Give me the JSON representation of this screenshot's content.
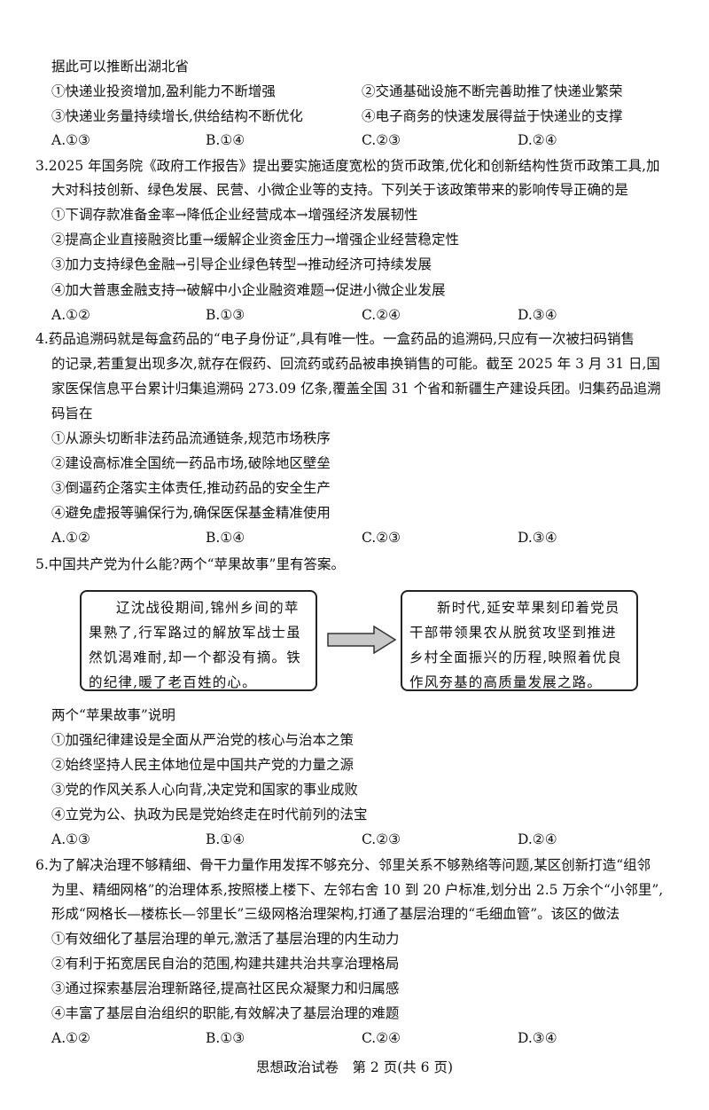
{
  "q2_tail": {
    "stem": "据此可以推断出湖北省",
    "items": [
      "①快递业投资增加,盈利能力不断增强",
      "②交通基础设施不断完善助推了快递业繁荣",
      "③快递业务量持续增长,供给结构不断优化",
      "④电子商务的快速发展得益于快递业的支撑"
    ],
    "choices": [
      "A.①③",
      "B.①④",
      "C.②③",
      "D.②④"
    ]
  },
  "q3": {
    "lines": [
      "3.2025 年国务院《政府工作报告》提出要实施适度宽松的货币政策,优化和创新结构性货币政策工具,加",
      "大对科技创新、绿色发展、民营、小微企业等的支持。下列关于该政策带来的影响传导正确的是"
    ],
    "items": [
      "①下调存款准备金率→降低企业经营成本→增强经济发展韧性",
      "②提高企业直接融资比重→缓解企业资金压力→增强企业经营稳定性",
      "③加力支持绿色金融→引导企业绿色转型→推动经济可持续发展",
      "④加大普惠金融支持→破解中小企业融资难题→促进小微企业发展"
    ],
    "choices": [
      "A.①②",
      "B.①③",
      "C.②④",
      "D.③④"
    ]
  },
  "q4": {
    "lines": [
      "4.药品追溯码就是每盒药品的“电子身份证”,具有唯一性。一盒药品的追溯码,只应有一次被扫码销售",
      "的记录,若重复出现多次,就存在假药、回流药或药品被串换销售的可能。截至 2025 年 3 月 31 日,国",
      "家医保信息平台累计归集追溯码 273.09 亿条,覆盖全国 31 个省和新疆生产建设兵团。归集药品追溯",
      "码旨在"
    ],
    "items": [
      "①从源头切断非法药品流通链条,规范市场秩序",
      "②建设高标准全国统一药品市场,破除地区壁垒",
      "③倒逼药企落实主体责任,推动药品的安全生产",
      "④避免虚报等骗保行为,确保医保基金精准使用"
    ],
    "choices": [
      "A.①②",
      "B.①④",
      "C.②③",
      "D.③④"
    ]
  },
  "q5": {
    "stem": "5.中国共产党为什么能?两个“苹果故事”里有答案。",
    "box_left": "辽沈战役期间,锦州乡间的苹果熟了,行军路过的解放军战士虽然饥渴难耐,却一个都没有摘。铁的纪律,暖了老百姓的心。",
    "box_right": "新时代,延安苹果刻印着党员干部带领果农从脱贫攻坚到推进乡村全面振兴的历程,映照着优良作风夯基的高质量发展之路。",
    "prompt": "两个“苹果故事”说明",
    "items": [
      "①加强纪律建设是全面从严治党的核心与治本之策",
      "②始终坚持人民主体地位是中国共产党的力量之源",
      "③党的作风关系人心向背,决定党和国家的事业成败",
      "④立党为公、执政为民是党始终走在时代前列的法宝"
    ],
    "choices": [
      "A.①③",
      "B.①④",
      "C.②③",
      "D.②④"
    ]
  },
  "q6": {
    "lines": [
      "6.为了解决治理不够精细、骨干力量作用发挥不够充分、邻里关系不够熟络等问题,某区创新打造“组邻",
      "为里、精细网格”的治理体系,按照楼上楼下、左邻右舍 10 到 20 户标准,划分出 2.5 万余个“小邻里”,",
      "形成“网格长—楼栋长—邻里长”三级网格治理架构,打通了基层治理的“毛细血管”。该区的做法"
    ],
    "items": [
      "①有效细化了基层治理的单元,激活了基层治理的内生动力",
      "②有利于拓宽居民自治的范围,构建共建共治共享治理格局",
      "③通过探索基层治理新路径,提高社区民众凝聚力和归属感",
      "④丰富了基层自治组织的职能,有效解决了基层治理的难题"
    ],
    "choices": [
      "A.①②",
      "B.①③",
      "C.②④",
      "D.③④"
    ]
  },
  "footer": "思想政治试卷　第 2 页(共 6 页)"
}
